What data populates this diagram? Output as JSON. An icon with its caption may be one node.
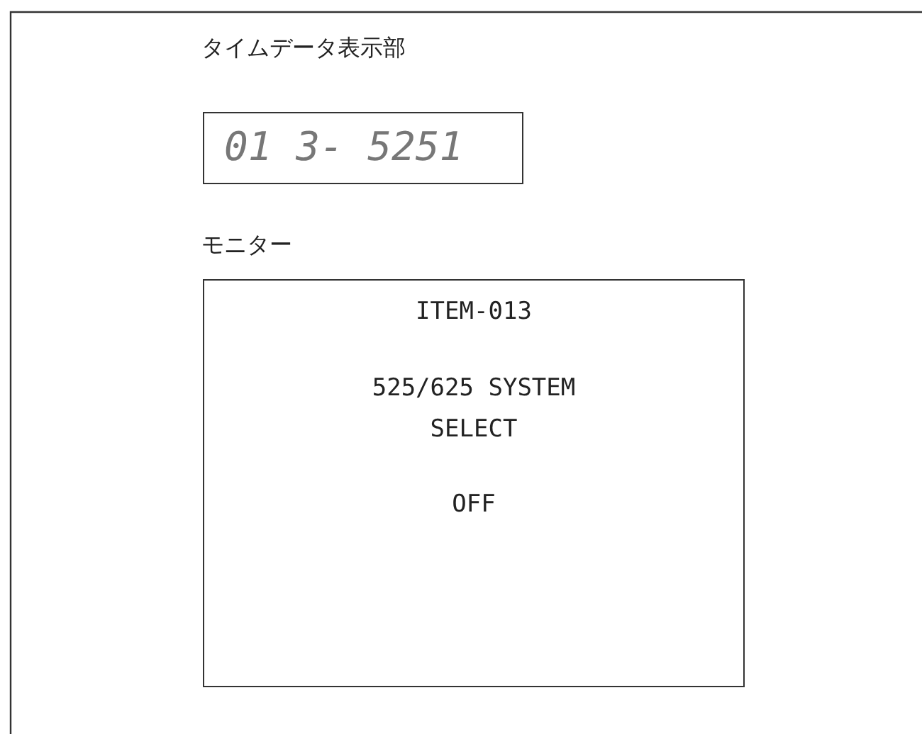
{
  "diagram": {
    "nodes": [
      {
        "text": [
          "タイムデータ表示部",
          "01 3- 5251"
        ]
      },
      {
        "text": [
          "モニター",
          "ITEM-013",
          "525/625 SYSTEM SELECT",
          "OFF"
        ]
      }
    ]
  }
}
